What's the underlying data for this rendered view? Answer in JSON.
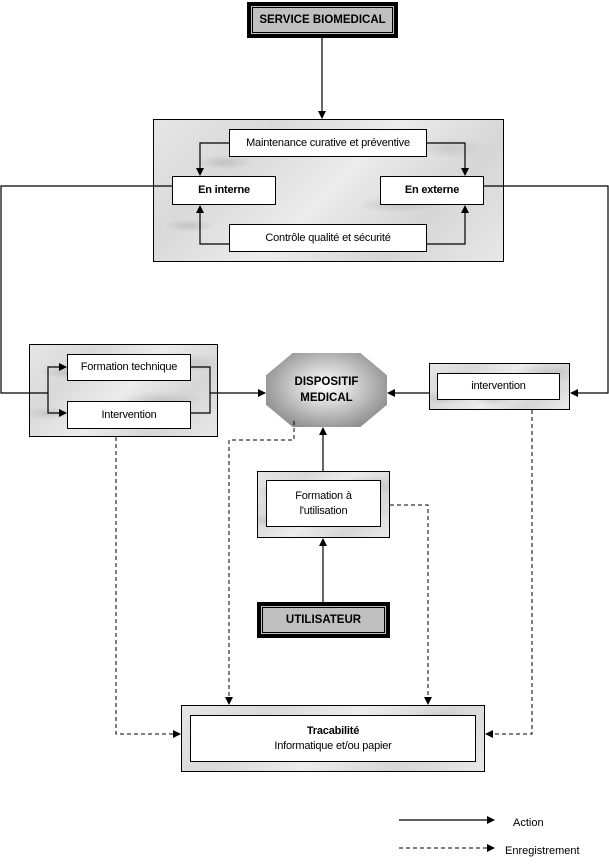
{
  "title": "Organisation de la maintenance des dispositifs médicaux",
  "nodes": {
    "service_biomedical": "SERVICE BIOMEDICAL",
    "maintenance": "Maintenance curative et préventive",
    "en_interne": "En interne",
    "en_externe": "En externe",
    "controle": "Contrôle qualité et sécurité",
    "formation_technique": "Formation technique",
    "intervention_interne": "Intervention",
    "dispositif_line1": "DISPOSITIF",
    "dispositif_line2": "MEDICAL",
    "intervention_externe": "intervention",
    "formation_utilisation_line1": "Formation à",
    "formation_utilisation_line2": "l'utilisation",
    "utilisateur": "UTILISATEUR",
    "tracabilite_title": "Tracabilité",
    "tracabilite_sub": "Informatique et/ou papier"
  },
  "legend": {
    "action": "Action",
    "enregistrement": "Enregistrement"
  }
}
